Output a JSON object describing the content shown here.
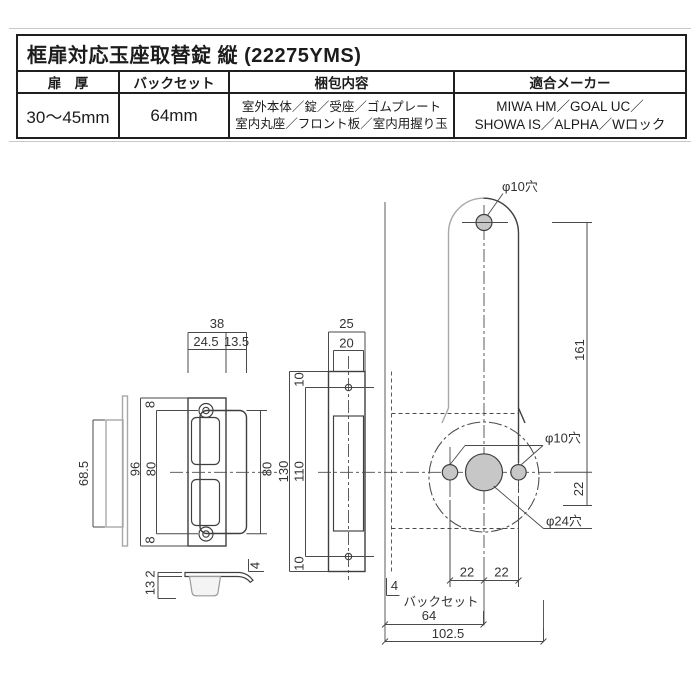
{
  "table": {
    "title": "框扉対応玉座取替錠 縦 (22275YMS)",
    "headers": [
      "扉　厚",
      "バックセット",
      "梱包内容",
      "適合メーカー"
    ],
    "rows": {
      "door_thickness": "30〜45mm",
      "backset": "64mm",
      "contents_line1": "室外本体／錠／受座／ゴムプレート",
      "contents_line2": "室内丸座／フロント板／室内用握り玉",
      "makers_line1": "MIWA HM／GOAL UC／",
      "makers_line2": "SHOWA IS／ALPHA／Wロック"
    }
  },
  "drawing": {
    "colors": {
      "line": "#3f3f3f",
      "light_line": "#a8a8a8",
      "hole_fill": "#c7c7c7"
    },
    "labels": {
      "dim_68_5": "68.5",
      "dim_96": "96",
      "dim_80_side": "80",
      "dim_8_top": "8",
      "dim_8_bottom": "8",
      "dim_38": "38",
      "dim_24_5": "24.5",
      "dim_13_5": "13.5",
      "dim_80_front": "80",
      "dim_13": "13",
      "dim_2": "2",
      "dim_4_latch": "4",
      "dim_25": "25",
      "dim_20": "20",
      "dim_10_top": "10",
      "dim_130": "130",
      "dim_110": "110",
      "dim_10_bottom": "10",
      "dim_4_plate": "4",
      "hole_top": "φ10穴",
      "hole_pair": "φ10穴",
      "hole_center": "φ24穴",
      "dim_161": "161",
      "dim_22_side": "22",
      "dim_22_left": "22",
      "dim_22_right": "22",
      "backset_caption": "バックセット",
      "dim_64": "64",
      "dim_102_5": "102.5"
    }
  }
}
